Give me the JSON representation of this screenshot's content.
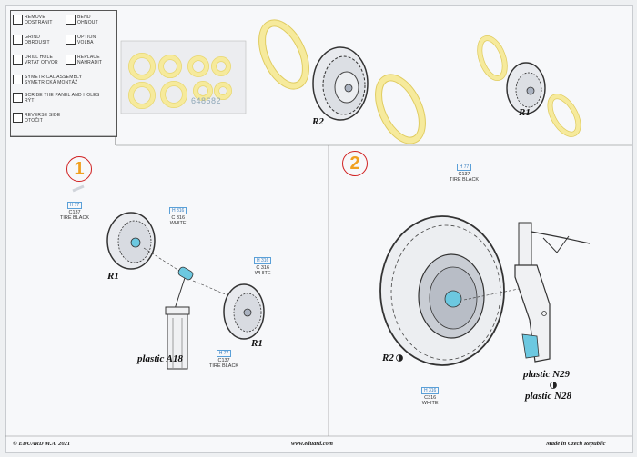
{
  "legend": [
    {
      "icon": "remove-icon",
      "text": "REMOVE\nODSTRANIT"
    },
    {
      "icon": "bend-icon",
      "text": "BEND\nOHNOUT"
    },
    {
      "icon": "grind-icon",
      "text": "GRIND\nOBROUSIT"
    },
    {
      "icon": "option-icon",
      "text": "OPTION\nVOLBA"
    },
    {
      "icon": "drill-icon",
      "text": "DRILL HOLE\nVRTAT OTVOR"
    },
    {
      "icon": "replace-icon",
      "text": "REPLACE\nNAHRADIT"
    },
    {
      "icon": "symmetrical-icon",
      "text": "SYMETRICAL ASSEMBLY\nSYMETRICKÁ MONTÁŽ"
    },
    {
      "icon": "scribe-icon",
      "text": "SCRIBE THE PANEL AND HOLES\nRÝTI"
    },
    {
      "icon": "reverse-icon",
      "text": "REVERSE SIDE\nOTOČIT"
    }
  ],
  "sheet_code": "648682",
  "steps": [
    "1",
    "2"
  ],
  "callouts": {
    "c1": {
      "code": "H 77",
      "name": "C137",
      "color": "TIRE BLACK"
    },
    "c2": {
      "code": "H 316",
      "name": "C 316",
      "color": "WHITE"
    },
    "c3": {
      "code": "H 316",
      "name": "C 316",
      "color": "WHITE"
    },
    "c4": {
      "code": "H 77",
      "name": "C137",
      "color": "TIRE BLACK"
    },
    "c5": {
      "code": "H 77",
      "name": "C137",
      "color": "TIRE BLACK"
    },
    "c6": {
      "code": "H 316",
      "name": "C316",
      "color": "WHITE"
    }
  },
  "labels": {
    "r2_top": "R2",
    "r1_top": "R1",
    "r1_a": "R1",
    "r1_b": "R1",
    "plastic_a18": "plastic A18",
    "r2_main": "R2",
    "plastic_n29": "plastic N29",
    "plastic_n28": "plastic N28"
  },
  "footer": {
    "left": "© EDUARD  M.A. 2021",
    "center": "www.eduard.com",
    "right": "Made in Czech Republic"
  },
  "colors": {
    "mask_yellow": "#f6ea9c",
    "step_ring": "#d02020",
    "step_digit": "#f0a020",
    "callout_blue": "#3a7fbf",
    "part_blue": "#6cc8e0"
  }
}
